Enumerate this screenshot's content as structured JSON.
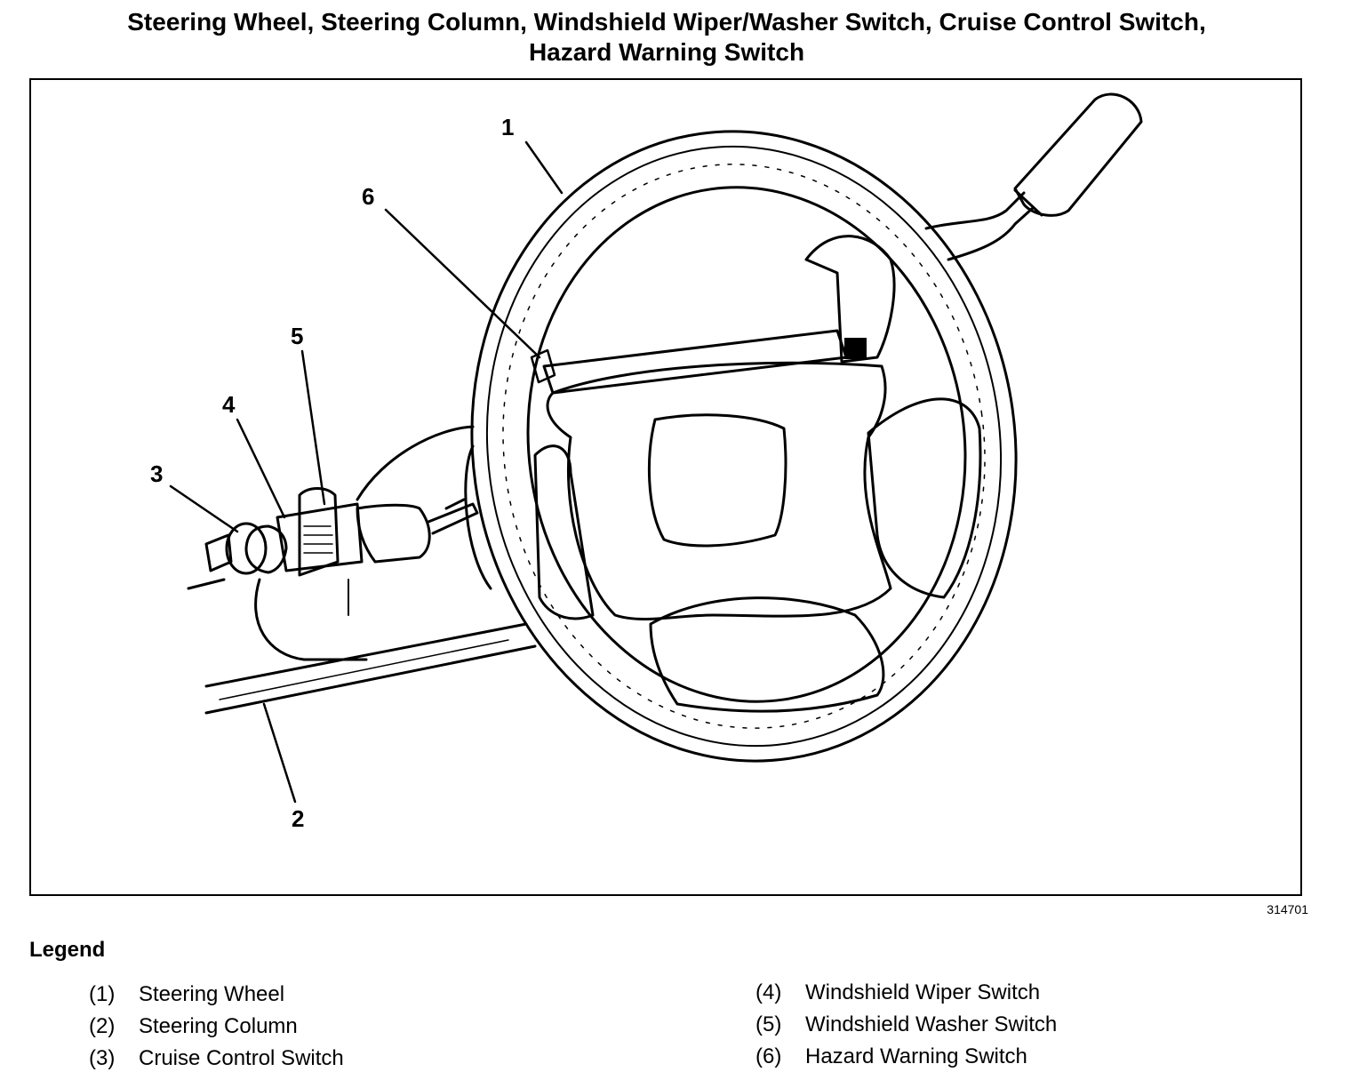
{
  "title_line1": "Steering Wheel, Steering Column, Windshield Wiper/Washer Switch, Cruise Control Switch,",
  "title_line2": "Hazard Warning Switch",
  "figure_number": "314701",
  "callouts": [
    "1",
    "2",
    "3",
    "4",
    "5",
    "6"
  ],
  "legend": {
    "title": "Legend",
    "items": [
      {
        "num": "(1)",
        "label": "Steering Wheel"
      },
      {
        "num": "(2)",
        "label": "Steering Column"
      },
      {
        "num": "(3)",
        "label": "Cruise Control Switch"
      },
      {
        "num": "(4)",
        "label": "Windshield Wiper Switch"
      },
      {
        "num": "(5)",
        "label": "Windshield Washer Switch"
      },
      {
        "num": "(6)",
        "label": "Hazard Warning Switch"
      }
    ]
  }
}
